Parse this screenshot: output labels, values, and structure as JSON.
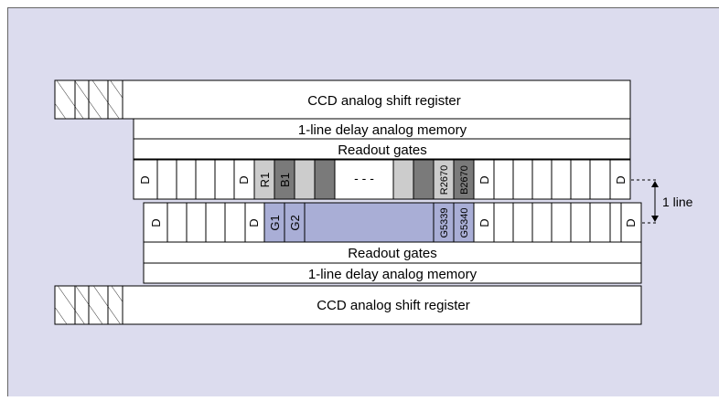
{
  "upper": {
    "shift_register_label": "CCD analog shift register",
    "memory_label": "1-line delay analog memory",
    "gates_label": "Readout gates"
  },
  "lower": {
    "gates_label": "Readout gates",
    "memory_label": "1-line delay analog memory",
    "shift_register_label": "CCD analog shift register"
  },
  "top_row": {
    "dummy_label": "D",
    "r1_label": "R1",
    "b1_label": "B1",
    "ellipsis": "- - -",
    "r2670_label": "R2670",
    "b2670_label": "B2670"
  },
  "bottom_row": {
    "dummy_label": "D",
    "g1_label": "G1",
    "g2_label": "G2",
    "g5339_label": "G5339",
    "g5340_label": "G5340"
  },
  "offset_label": "1 line",
  "colors": {
    "panel_background": "#dcdcee",
    "green_pixels": "#a9aed6",
    "red_pixels": "#cccccc",
    "blue_pixels": "#7a7a7a"
  }
}
